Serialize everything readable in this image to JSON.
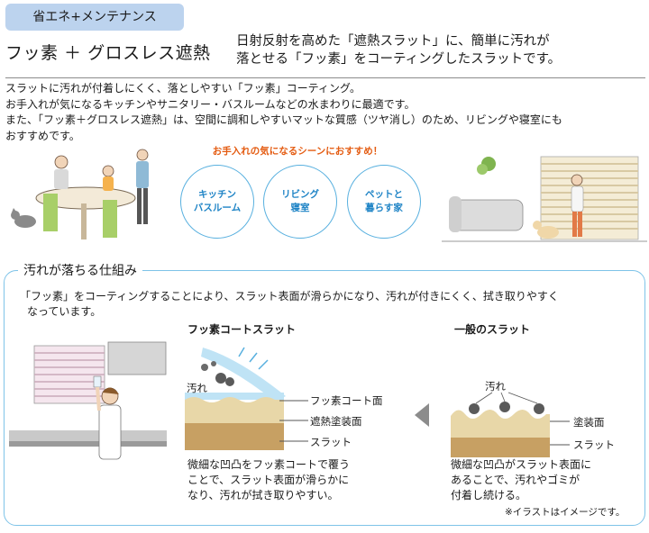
{
  "header": {
    "badge": "省エネ+メンテナンス",
    "title": "フッ素 ＋ グロスレス遮熱",
    "intro_line1": "日射反射を高めた「遮熱スラット」に、簡単に汚れが",
    "intro_line2": "落とせる「フッ素」をコーティングしたスラットです。"
  },
  "description": {
    "line1": "スラットに汚れが付着しにくく、落としやすい「フッ素」コーティング。",
    "line2": "お手入れが気になるキッチンやサニタリー・バスルームなどの水まわりに最適です。",
    "line3": "また、「フッ素＋グロスレス遮熱」は、空間に調和しやすいマットな質感（ツヤ消し）のため、リビングや寝室にも",
    "line4": "おすすめです。"
  },
  "recommend": {
    "heading": "お手入れの気になるシーンにおすすめ！",
    "scenes": [
      {
        "line1": "キッチン",
        "line2": "バスルーム"
      },
      {
        "line1": "リビング",
        "line2": "寝室"
      },
      {
        "line1": "ペットと",
        "line2": "暮らす家"
      }
    ]
  },
  "mechanism": {
    "title": "汚れが落ちる仕組み",
    "desc_line1": "「フッ素」をコーティングすることにより、スラット表面が滑らかになり、汚れが付きにくく、拭き取りやすく",
    "desc_line2": "なっています。",
    "coated": {
      "heading": "フッ素コートスラット",
      "dirt_label": "汚れ",
      "layer1": "フッ素コート面",
      "layer2": "遮熱塗装面",
      "layer3": "スラット",
      "caption_line1": "微細な凹凸をフッ素コートで覆う",
      "caption_line2": "ことで、スラット表面が滑らかに",
      "caption_line3": "なり、汚れが拭き取りやすい。"
    },
    "normal": {
      "heading": "一般のスラット",
      "dirt_label": "汚れ",
      "layer1": "塗装面",
      "layer2": "スラット",
      "caption_line1": "微細な凹凸がスラット表面に",
      "caption_line2": "あることで、汚れやゴミが",
      "caption_line3": "付着し続ける。"
    },
    "note": "※イラストはイメージです。"
  },
  "colors": {
    "badge_bg": "#bcd3ee",
    "accent_orange": "#e45c12",
    "accent_blue": "#1f84c6",
    "panel_border": "#7ec3e8",
    "coat_layer": "#bfe3f5",
    "paint_layer": "#e8d7a8",
    "slat_layer": "#c7a063"
  }
}
